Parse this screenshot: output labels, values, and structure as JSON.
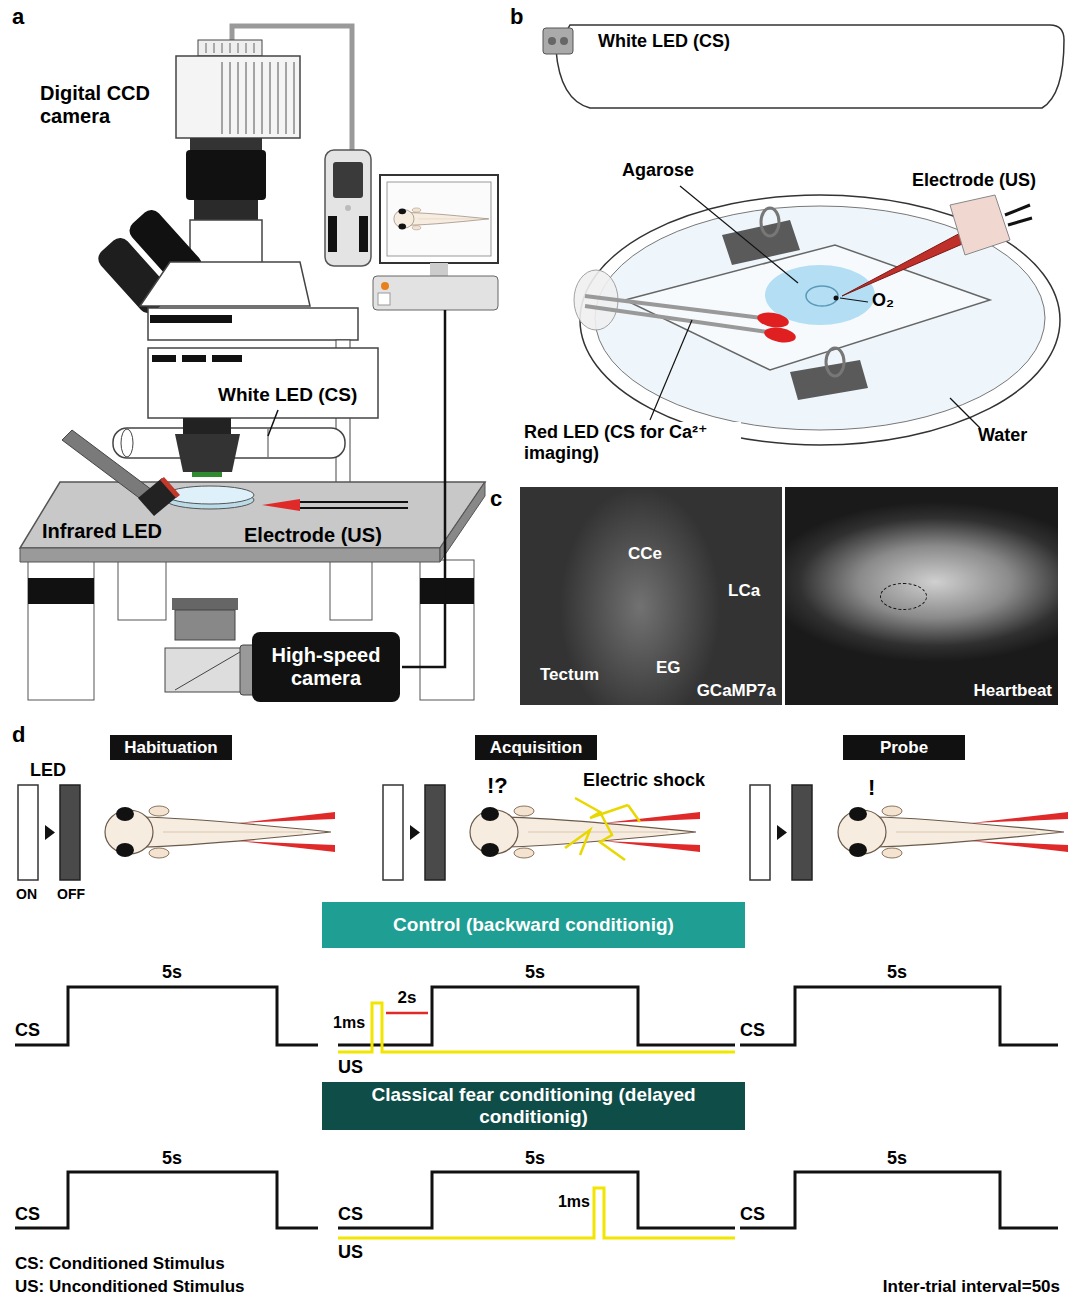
{
  "diagram": {
    "nodes": [
      {
        "text": [
          "High-speed camera"
        ]
      },
      {
        "text": [
          "CCe",
          "LCa",
          "Tectum",
          "EG",
          "GCaMP7a"
        ]
      },
      {
        "text": [
          "Heartbeat"
        ]
      },
      {
        "text": [
          "Habituation"
        ]
      },
      {
        "text": [
          "Acquisition"
        ]
      },
      {
        "text": [
          "Probe"
        ]
      },
      {
        "text": [
          "Control (backward conditionig)"
        ]
      },
      {
        "text": [
          "Classical fear conditioning (delayed conditionig)"
        ]
      }
    ],
    "labels": [
      "a",
      "Digital CCD camera",
      "White LED (CS)",
      "Infrared LED",
      "Electrode (US)",
      "b",
      "White LED (CS)",
      "Agarose",
      "Electrode (US)",
      "O₂",
      "Water",
      "Red LED (CS for Ca²⁺ imaging)",
      "c",
      "d",
      "LED",
      "ON",
      "OFF",
      "!?",
      "Electric shock",
      "!",
      "5s",
      "2s",
      "1ms",
      "5s",
      "5s",
      "CS",
      "US",
      "CS",
      "5s",
      "CS",
      "5s",
      "1ms",
      "CS",
      "US",
      "5s",
      "CS",
      "CS: Conditioned Stimulus",
      "US: Unconditioned Stimulus",
      "Inter-trial interval=50s"
    ]
  }
}
